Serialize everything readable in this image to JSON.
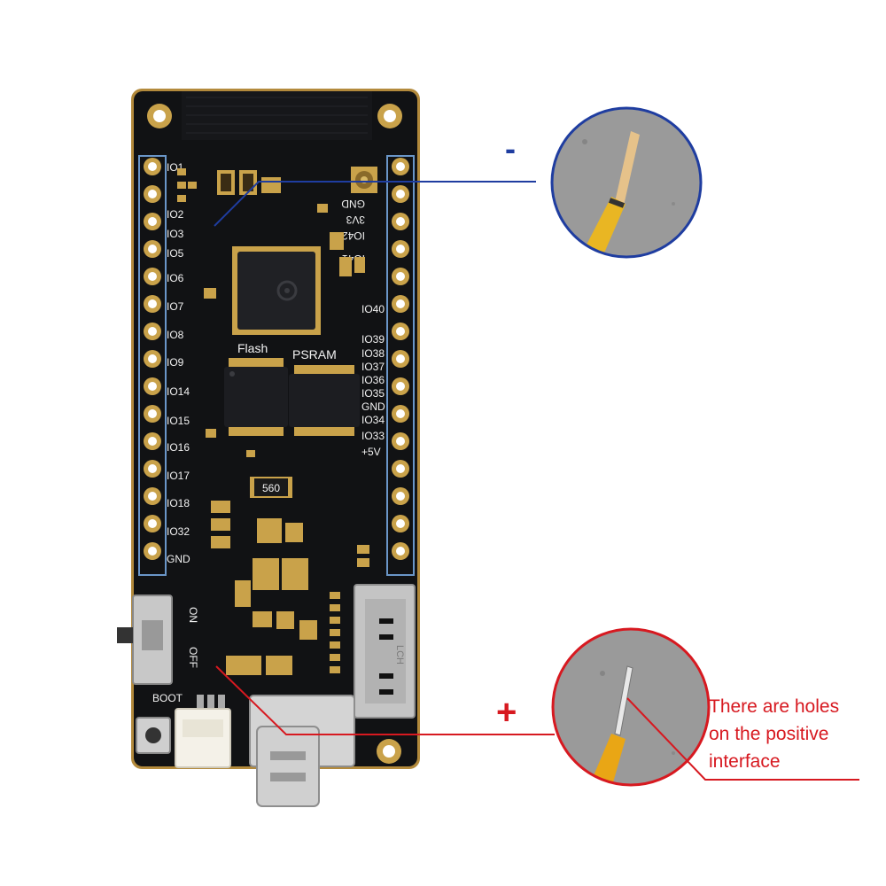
{
  "colors": {
    "pcb": "#111214",
    "pcb_edge": "#b38a3c",
    "silkscreen": "#f2f2f2",
    "pin_border": "#6a96c8",
    "pad_gold": "#c9a24a",
    "negative_line": "#1f3da0",
    "positive_line": "#d71920",
    "note_text": "#d71920",
    "zoom_background": "#9a9a9a"
  },
  "labels": {
    "negative_symbol": "-",
    "positive_symbol": "+",
    "note_line_1": "There are holes",
    "note_line_2": "on the positive",
    "note_line_3": "interface"
  },
  "board": {
    "flash_label": "Flash",
    "psram_label": "PSRAM",
    "left_pins": [
      "IO1",
      "IO2",
      "IO3",
      "IO5",
      "IO6",
      "IO7",
      "IO8",
      "IO9",
      "IO14",
      "IO15",
      "IO16",
      "IO17",
      "IO18",
      "IO32",
      "GND"
    ],
    "right_pins": [
      "IO40",
      "IO39",
      "IO38",
      "IO37",
      "IO36",
      "IO35",
      "GND",
      "IO34",
      "IO33",
      "+5V"
    ],
    "right_pins_rotated": [
      "GND",
      "3V3",
      "IO42",
      "IO41"
    ],
    "resistor_code": "560",
    "switch_on": "ON",
    "switch_off": "OFF",
    "boot_label": "BOOT",
    "card_label": "LCH"
  }
}
